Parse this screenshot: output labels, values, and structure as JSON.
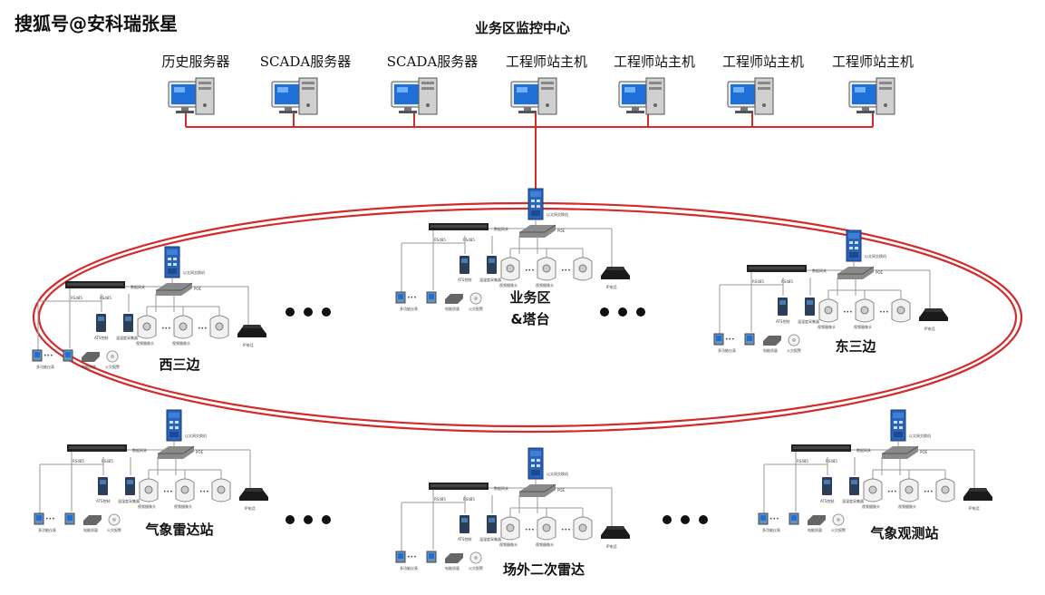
{
  "watermark": "搜狐号@安科瑞张星",
  "title": "业务区监控中心",
  "servers": [
    {
      "label": "历史服务器"
    },
    {
      "label": "SCADA服务器"
    },
    {
      "label": "SCADA服务器"
    },
    {
      "label": "工程师站主机"
    },
    {
      "label": "工程师站主机"
    },
    {
      "label": "工程师站主机"
    },
    {
      "label": "工程师站主机"
    }
  ],
  "sites": [
    {
      "id": "west",
      "label": "西三边"
    },
    {
      "id": "center",
      "label_line1": "业务区",
      "label_line2": "&塔台"
    },
    {
      "id": "east",
      "label": "东三边"
    },
    {
      "id": "weather-radar",
      "label": "气象雷达站"
    },
    {
      "id": "secondary-radar",
      "label": "场外二次雷达"
    },
    {
      "id": "weather-obs",
      "label": "气象观测站"
    }
  ],
  "colors": {
    "ring": "#d42a2a",
    "link": "#d42a2a",
    "device_line": "#9a9a9a",
    "switch_blue": "#2a63b8",
    "monitor_blue": "#1e6fd8"
  }
}
